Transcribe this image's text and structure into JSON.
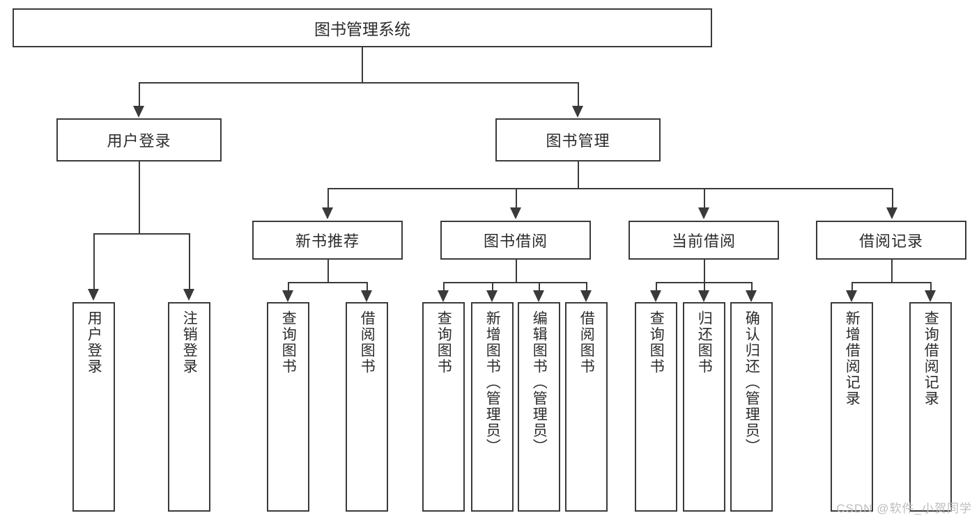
{
  "diagram": {
    "title": "图书管理系统",
    "type": "hierarchy-tree",
    "root": {
      "label": "图书管理系统"
    },
    "level2": [
      {
        "label": "用户登录"
      },
      {
        "label": "图书管理"
      }
    ],
    "level3": [
      {
        "label": "新书推荐"
      },
      {
        "label": "图书借阅"
      },
      {
        "label": "当前借阅"
      },
      {
        "label": "借阅记录"
      }
    ],
    "leaves": {
      "user_login": [
        {
          "label": "用户登录"
        },
        {
          "label": "注销登录"
        }
      ],
      "new_book_recommend": [
        {
          "label": "查询图书"
        },
        {
          "label": "借阅图书"
        }
      ],
      "book_borrow": [
        {
          "label": "查询图书"
        },
        {
          "label": "新增图书（管理员）"
        },
        {
          "label": "编辑图书（管理员）"
        },
        {
          "label": "借阅图书"
        }
      ],
      "current_borrow": [
        {
          "label": "查询图书"
        },
        {
          "label": "归还图书"
        },
        {
          "label": "确认归还（管理员）"
        }
      ],
      "borrow_record": [
        {
          "label": "新增借阅记录"
        },
        {
          "label": "查询借阅记录"
        }
      ]
    }
  },
  "watermark": {
    "text": "CSDN @软件_小贺同学"
  },
  "colors": {
    "stroke": "#3a3a3a",
    "text": "#2b2b2b",
    "background": "#ffffff",
    "watermark": "#bdbdbd"
  }
}
